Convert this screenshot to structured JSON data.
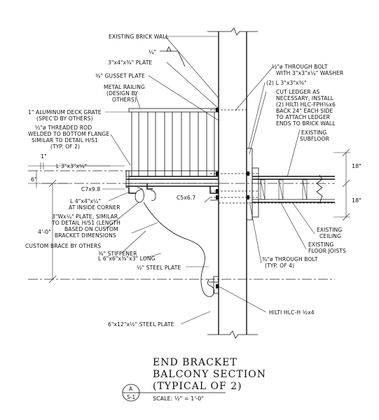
{
  "labels": {
    "existing_brick_wall": "EXISTING BRICK WALL",
    "weld_symbol": "¼\"",
    "plate_3x4": "3\"x4\"x⅜\" PLATE",
    "gusset_plate": "⅜\" GUSSET PLATE",
    "metal_railing_1": "METAL RAILING",
    "metal_railing_2": "(DESIGN BY",
    "metal_railing_3": "OTHERS)",
    "deck_grate_1": "1\" ALUMINUM DECK GRATE",
    "deck_grate_2": "(SPEC'D BY OTHERS)",
    "threaded_rod_1": "½\"ø THREADED ROD",
    "threaded_rod_2": "WELDED TO BOTTOM FLANGE",
    "threaded_rod_3": "SIMILAR TO DETAIL H/S1",
    "threaded_rod_4": "(TYP. OF 2)",
    "angle_3x3x14": "L 3\"x3\"x¼\"",
    "c7": "C7x9.8",
    "angle_4x4_1": "L 4\"x4\"x¼\"",
    "angle_4x4_2": "AT INSIDE CORNER",
    "wx_plate_1": "3\"Wx¼\" PLATE, SIMILAR",
    "wx_plate_2": "TO DETAIL H/S1 (LENGTH",
    "wx_plate_3": "BASED ON CUSTOM",
    "wx_plate_4": "BRACKET DIMENSIONS",
    "custom_brace": "CUSTOM BRACE BY OTHERS",
    "stiffener": "⅜\" STIFFENER",
    "angle_6x6": "L 6\"x6\"x⅜\"x3\" LONG",
    "half_steel_plate": "½\" STEEL PLATE",
    "steel_plate_6x12": "6\"x12\"x½\" STEEL PLATE",
    "c5": "C5x6.7",
    "through_bolt_1": "½\"ø THROUGH BOLT",
    "through_bolt_2": "WITH 3\"x3\"x¼\" WASHER",
    "two_angle": "(2) L 3\"x3\"x⅜\"",
    "cut_ledger_1": "CUT LEDGER AS",
    "cut_ledger_2": "NECESSARY, INSTALL",
    "cut_ledger_3": "(2) HILTI HLC-FPH⅜x6",
    "cut_ledger_4": "BACK 24\" EACH SIDE",
    "cut_ledger_5": "TO ATTACH LEDGER",
    "cut_ledger_6": "ENDS TO BRICK WALL",
    "subfloor_1": "EXISTING",
    "subfloor_2": "SUBFLOOR",
    "ceiling_1": "EXISTING",
    "ceiling_2": "CEILING",
    "joists_1": "EXISTING",
    "joists_2": "FLOOR JOISTS",
    "through_bolt_34_1": "¾\"ø THROUGH BOLT",
    "through_bolt_34_2": "(TYP. OF 4)",
    "hilti_hlc": "HILTI HLC-H ½x4"
  },
  "dimensions": {
    "one_inch": "1\"",
    "six_inch": "6\"",
    "eighteen_top": "18\"",
    "eighteen_bottom": "18\"",
    "four_foot": "4'-0\""
  },
  "title_block": {
    "line1": "END BRACKET",
    "line2": "BALCONY SECTION",
    "line3": "(TYPICAL OF 2)",
    "detail_letter": "A",
    "sheet": "S-1",
    "scale": "SCALE: ½\" = 1'-0\""
  }
}
